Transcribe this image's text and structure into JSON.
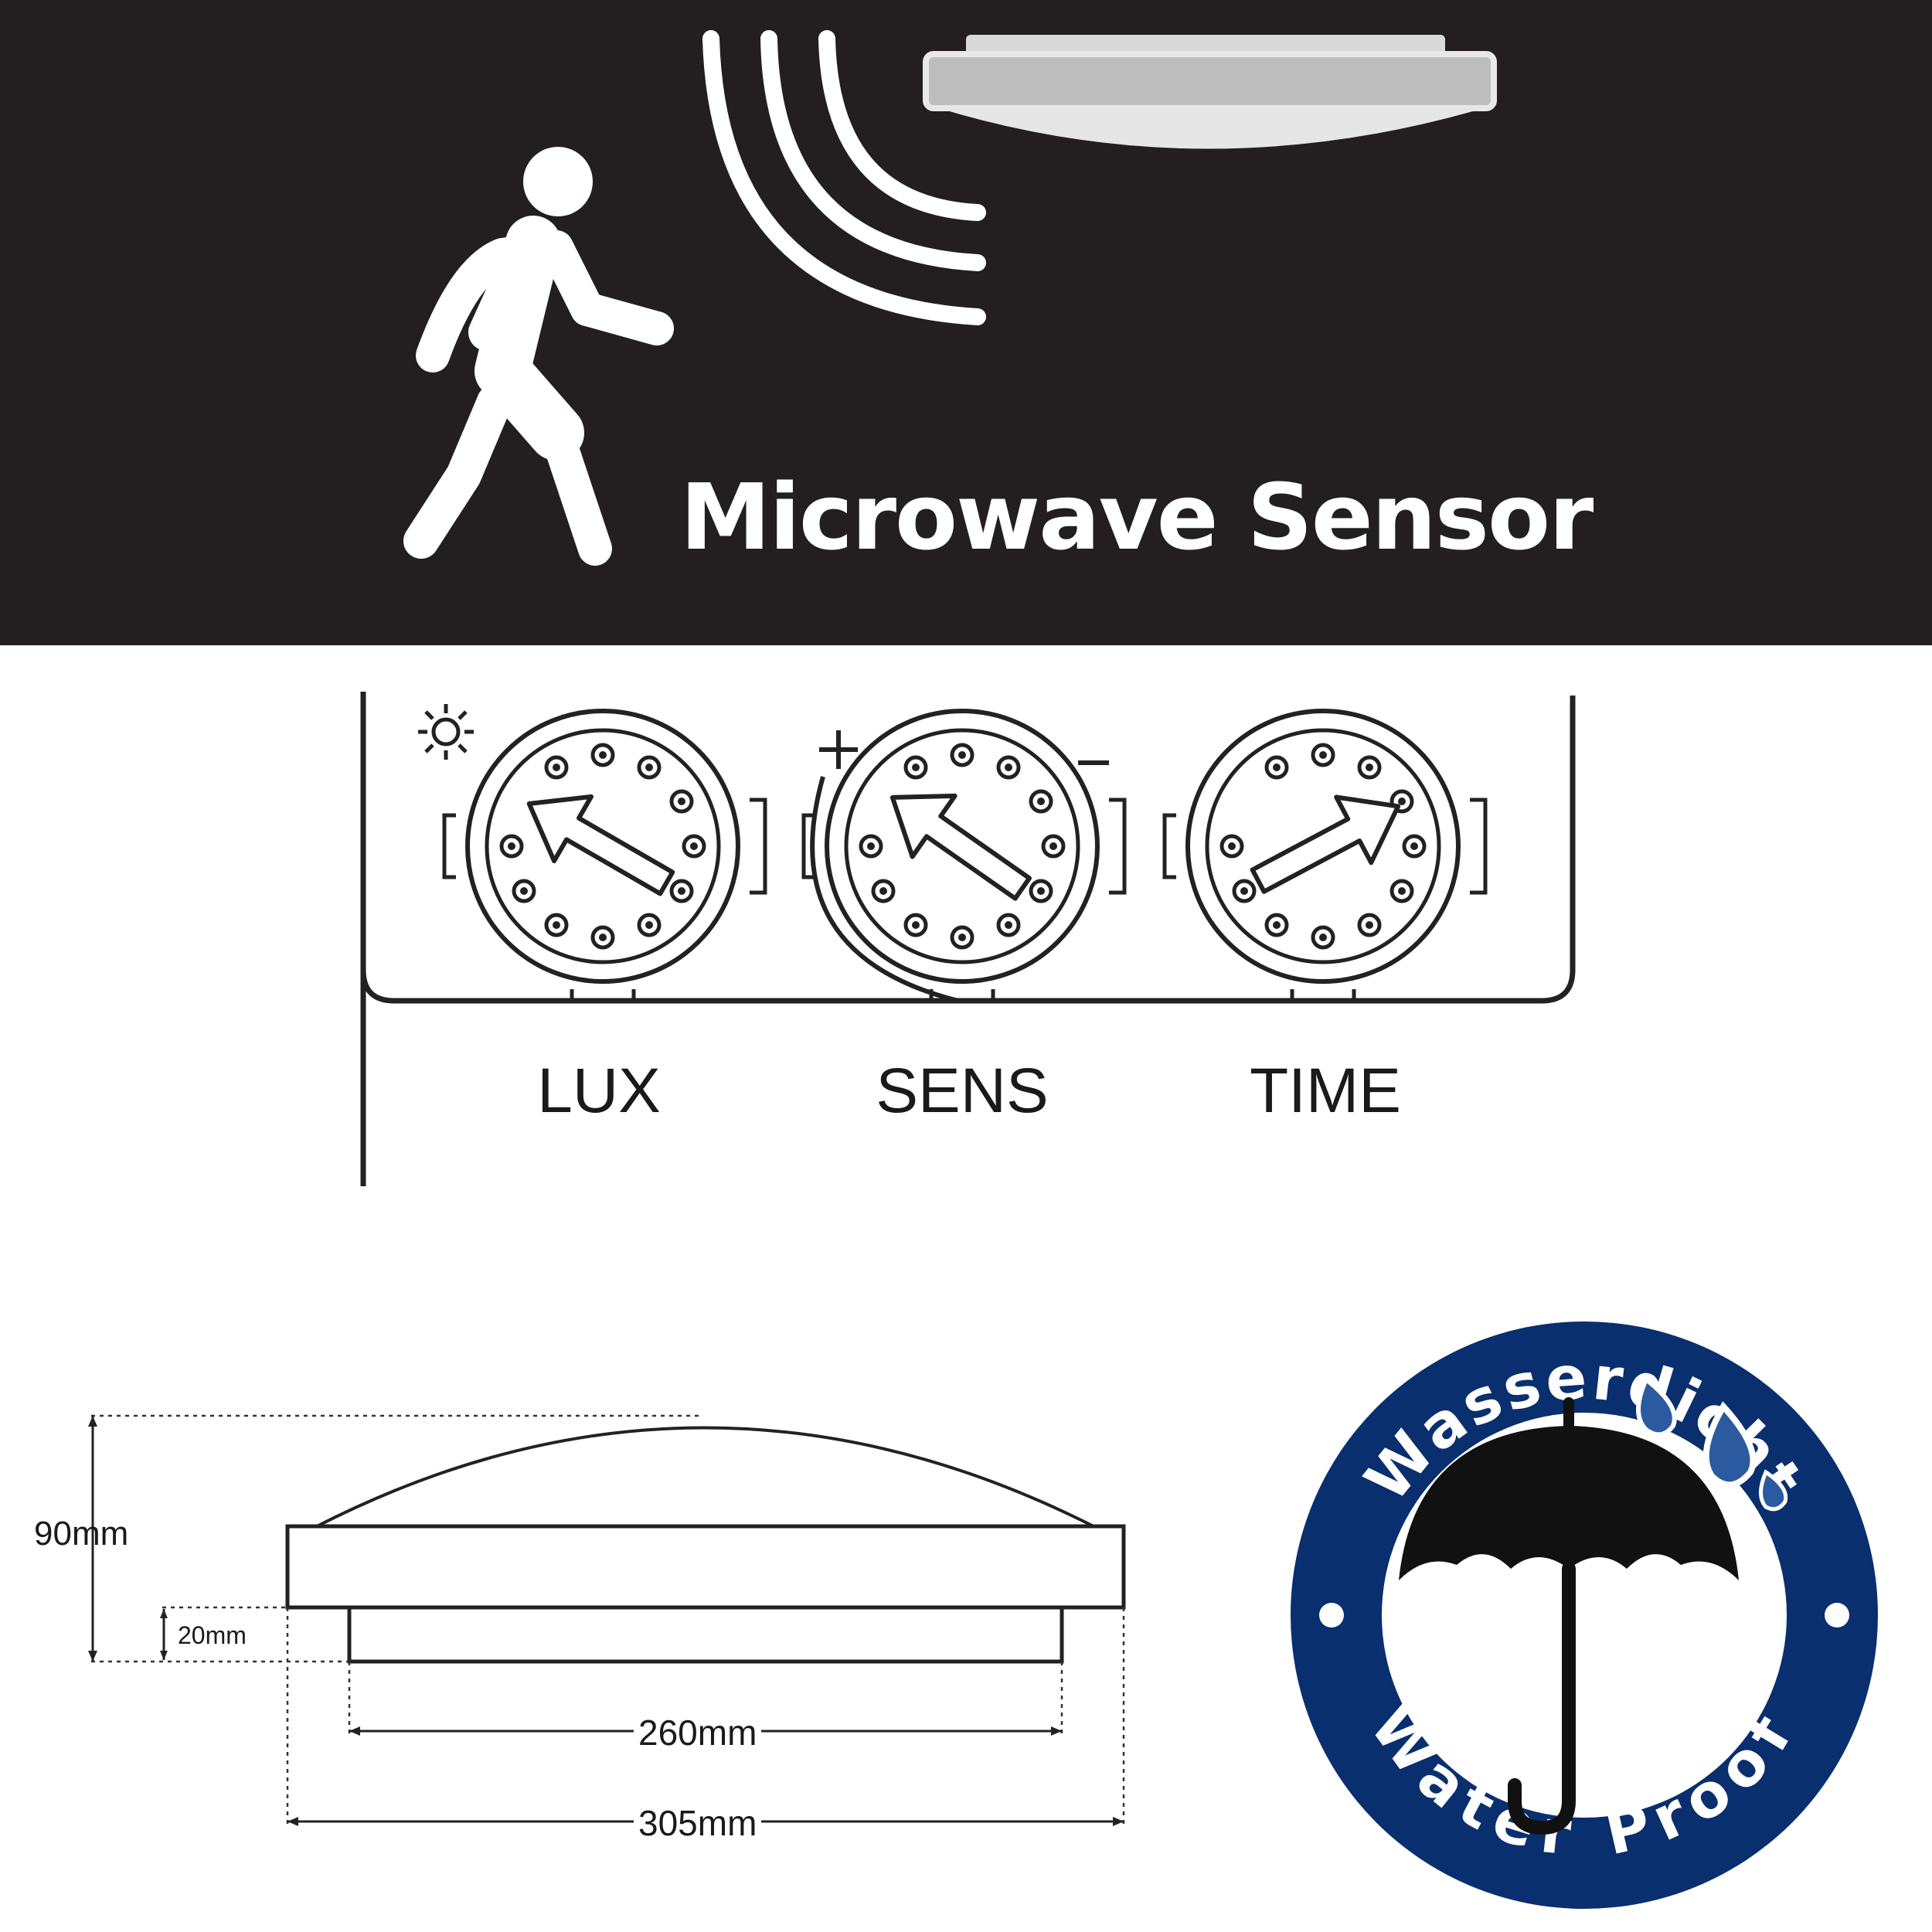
{
  "banner": {
    "title": "Microwave Sensor",
    "background": "#231f20",
    "icons": [
      "walking-person-icon",
      "signal-waves-icon",
      "ceiling-lamp-icon"
    ]
  },
  "controls": {
    "dials": [
      {
        "label": "LUX",
        "icon": "sun-icon"
      },
      {
        "label": "SENS",
        "icon": "plus-minus-icon"
      },
      {
        "label": "TIME",
        "icon": "none"
      }
    ]
  },
  "dimensions": {
    "height_total": "90mm",
    "height_base": "20mm",
    "width_base": "260mm",
    "width_total": "305mm"
  },
  "badge": {
    "top_text": "Wasserdicht",
    "bottom_text": "Water Proof",
    "ring_color": "#0a2f6e",
    "icon": "umbrella-rain-icon"
  }
}
